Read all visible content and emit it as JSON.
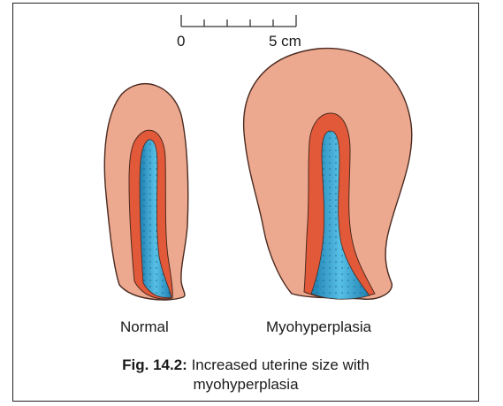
{
  "scale_bar": {
    "start_label": "0",
    "end_label": "5 cm"
  },
  "labels": {
    "normal": "Normal",
    "myohyperplasia": "Myohyperplasia"
  },
  "caption": {
    "figure_number": "Fig. 14.2:",
    "text_line1": "Increased uterine size with",
    "text_line2": "myohyperplasia"
  },
  "colors": {
    "myometrium": "#EDA98F",
    "endometrium": "#E2593A",
    "cavity": "#2E9AC9",
    "outline": "#4a2a20"
  }
}
